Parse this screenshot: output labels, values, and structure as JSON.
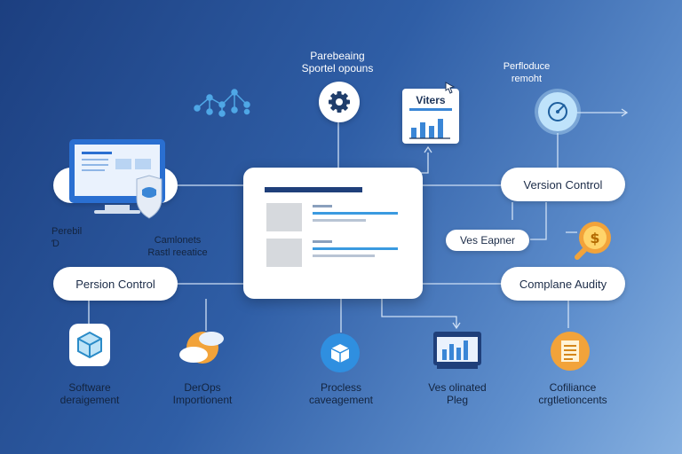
{
  "top": {
    "caption_left": [
      "Parebeaing",
      "Sportel opouns"
    ],
    "caption_right": [
      "Perfloduce",
      "remoht"
    ],
    "card_title": "Viters"
  },
  "left": {
    "small_label": [
      "Perebil",
      "Ɗ"
    ],
    "mid_label": [
      "Camlonets",
      "Rastl reeatice"
    ],
    "pill": "Persion Control"
  },
  "right": {
    "pill_top": "Version Control",
    "tag": "Ves Eapner",
    "pill_bottom": "Complane Audity"
  },
  "bottom": [
    {
      "label": [
        "Software",
        "deraigement"
      ],
      "icon": "cube-icon"
    },
    {
      "label": [
        "DerOps",
        "Importionent"
      ],
      "icon": "cloud-sun-icon"
    },
    {
      "label": [
        "Procless",
        "caveagement"
      ],
      "icon": "box-icon"
    },
    {
      "label": [
        "Ves olinated",
        "Pleg"
      ],
      "icon": "monitor-chart-icon"
    },
    {
      "label": [
        "Cofiliance",
        "crgtletioncents"
      ],
      "icon": "shield-document-icon"
    }
  ],
  "colors": {
    "bg_start": "#1c3f80",
    "bg_end": "#86b0e0",
    "accent_orange": "#f2a33a",
    "accent_blue": "#3a86d6"
  }
}
